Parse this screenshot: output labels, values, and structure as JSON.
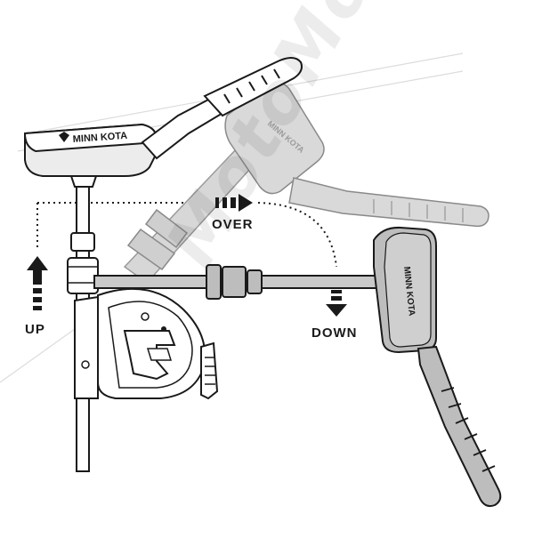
{
  "labels": {
    "up": "UP",
    "over": "OVER",
    "down": "DOWN"
  },
  "brand": {
    "logo_text": "MINN KOTA",
    "watermark": "MotoMoto"
  },
  "colors": {
    "line": "#1a1a1a",
    "ghost_fill": "#d4d4d4",
    "ghost_line": "#8a8a8a",
    "head_fill": "#ececec",
    "tilted_fill": "#bdbdbd"
  },
  "icons": [
    "arrow-up-icon",
    "arrow-right-icon",
    "arrow-down-icon",
    "minn-kota-logo-icon"
  ]
}
